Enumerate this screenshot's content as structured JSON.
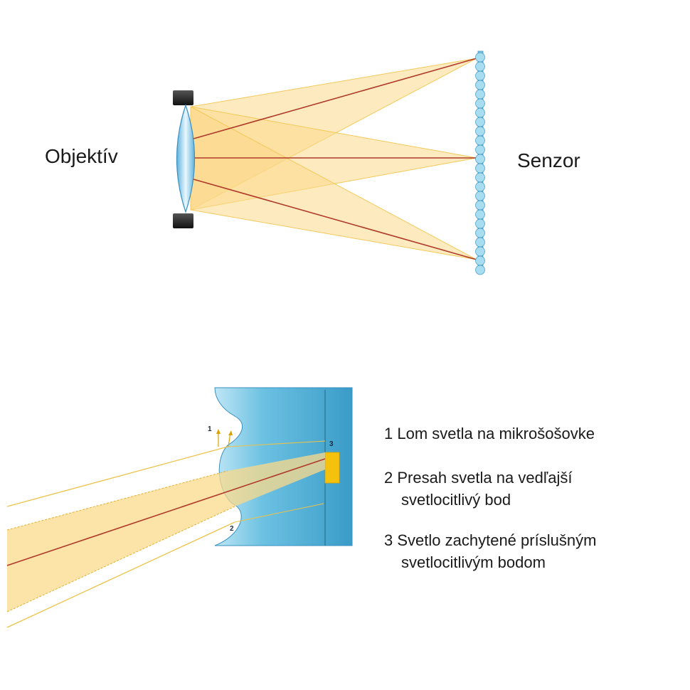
{
  "labels": {
    "lens": "Objektív",
    "sensor": "Senzor"
  },
  "detail_numbers": [
    "1",
    "2",
    "3"
  ],
  "legend": [
    {
      "num": "1",
      "line1": "Lom svetla na mikrošošovke",
      "line2": ""
    },
    {
      "num": "2",
      "line1": "Presah svetla na vedľajší",
      "line2": "svetlocitlivý bod"
    },
    {
      "num": "3",
      "line1": "Svetlo zachytené príslušným",
      "line2": "svetlocitlivým bodom"
    }
  ],
  "colors": {
    "beam_fill": "#fbd98a",
    "beam_edge": "#f0c040",
    "ray": "#b03a2a",
    "lens_blue": "#7fc6e6",
    "sensor_blue": "#8fd0ea",
    "mount": "#222222",
    "detail_blue": "#4aaed3",
    "photosite": "#f4c20d"
  }
}
